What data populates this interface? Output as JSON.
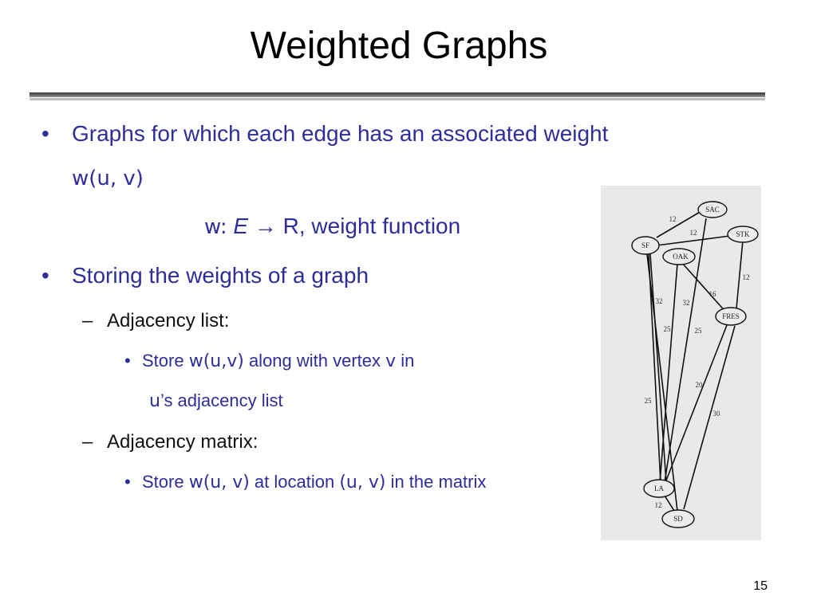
{
  "title": "Weighted Graphs",
  "bullets": {
    "b1_line1": "Graphs for which each edge has an associated weight",
    "b1_line2": "w(u, v)",
    "b1_formula_w": "w:",
    "b1_formula_E": "E",
    "b1_formula_arrow": "→",
    "b1_formula_rest": "R, weight function",
    "b2": "Storing the weights of a graph",
    "sub1": "Adjacency list:",
    "sub1_item_a": "Store ",
    "sub1_item_b": "w(u,v)",
    "sub1_item_c": " along with vertex ",
    "sub1_item_d": "v",
    "sub1_item_e": " in",
    "sub1_item2_a": "u",
    "sub1_item2_b": "’s adjacency list",
    "sub2": "Adjacency matrix:",
    "sub2_item_a": "Store ",
    "sub2_item_b": "w(u, v)",
    "sub2_item_c": " at location ",
    "sub2_item_d": "(u, v)",
    "sub2_item_e": " in the matrix"
  },
  "graph": {
    "nodes": {
      "sac": "SAC",
      "stk": "STK",
      "sf": "SF",
      "oak": "OAK",
      "fres": "FRES",
      "la": "LA",
      "sd": "SD"
    },
    "weights": {
      "sf_sac": "12",
      "sf_stk": "12",
      "stk_fres": "12",
      "oak_fres": "16",
      "sf_la": "32",
      "oak_la": "32",
      "sf_sd": "25",
      "sac_la": "25",
      "sf_la_low": "25",
      "fres_la": "20",
      "fres_sd": "30",
      "la_sd": "12"
    }
  },
  "page_number": "15"
}
